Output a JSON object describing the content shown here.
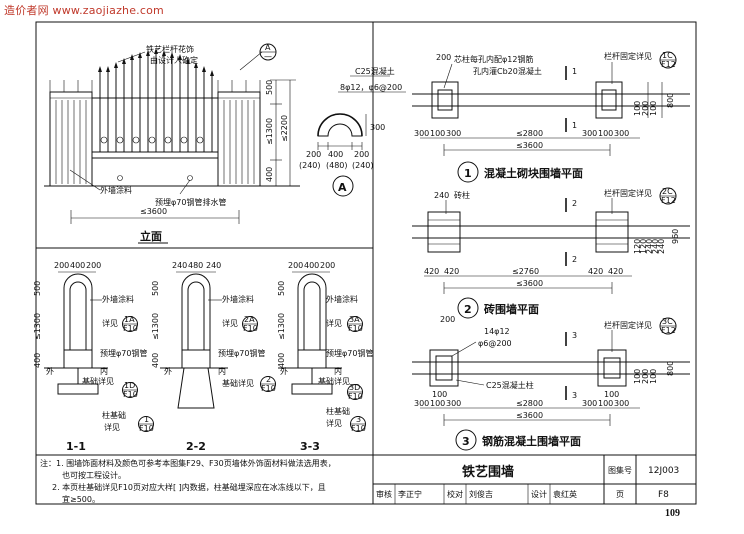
{
  "watermark": "造价者网 www.zaojiazhe.com",
  "page_number": "109",
  "elevation": {
    "title": "立面",
    "label_rail": "铁艺栏杆花饰",
    "label_rail2": "由设计人确定",
    "label_paint": "外墙涂料",
    "label_pipe": "预埋φ70钢管排水管",
    "span": "≤3600",
    "dims": [
      "500",
      "≤1300",
      "≤2200",
      "400"
    ],
    "callout_top": "A",
    "callout_bottom": "—"
  },
  "detail_a": {
    "concrete": "C25混凝土",
    "rebar": "8φ12，φ6@200",
    "dim_side": "300",
    "dims_row1": [
      "200",
      "400",
      "200"
    ],
    "dims_row2": [
      "(240)",
      "(480)",
      "(240)"
    ],
    "label": "A"
  },
  "plan1": {
    "title": "混凝土砌块围墙平面",
    "num": "1",
    "note1": "芯柱每孔内配φ12钢筋",
    "note2": "孔内灌Cb20混凝土",
    "note_dim": "200",
    "detail_ref": "栏杆固定详见",
    "ref_num": "1C",
    "ref_page": "F12",
    "dims_bottom": [
      "300",
      "100",
      "300",
      "≤2800",
      "300",
      "100",
      "300"
    ],
    "span": "≤3600",
    "dims_right": [
      "100",
      "200",
      "100",
      "800"
    ],
    "cut": "1"
  },
  "plan2": {
    "title": "砖围墙平面",
    "num": "2",
    "note_col": "砖柱",
    "note_dim": "240",
    "detail_ref": "栏杆固定详见",
    "ref_num": "2C",
    "ref_page": "F12",
    "dims_bottom": [
      "420",
      "420",
      "≤2760",
      "420",
      "420"
    ],
    "span": "≤3600",
    "dims_right": [
      "120",
      "120",
      "240",
      "240",
      "240",
      "960"
    ],
    "cut": "2"
  },
  "plan3": {
    "title": "钢筋混凝土围墙平面",
    "num": "3",
    "note_rebar": "14φ12",
    "note_stirrup": "φ6@200",
    "note_dim": "200",
    "note_col": "C25混凝土柱",
    "detail_ref": "栏杆固定详见",
    "ref_num": "3C",
    "ref_page": "F12",
    "dims_bottom": [
      "300",
      "100",
      "300",
      "≤2800",
      "300",
      "100",
      "300"
    ],
    "span": "≤3600",
    "dims_right": [
      "100",
      "200",
      "100",
      "800"
    ],
    "dims_top": [
      "100",
      "100"
    ],
    "cut": "3"
  },
  "sections": [
    {
      "name": "1-1",
      "dims_top": [
        "200",
        "400",
        "200"
      ],
      "paint": "外墙涂料",
      "detail1": "详见",
      "ref1": "1A",
      "ref1p": "F10",
      "pipe": "预埋φ70钢管",
      "foundation": "基础详见",
      "ref2": "1D",
      "ref2p": "F10",
      "col_found": "柱基础",
      "col_found2": "详见",
      "ref3": "1",
      "ref3p": "F10",
      "out": "外",
      "in": "内",
      "dims_left": [
        "500",
        "≤1300",
        "400"
      ]
    },
    {
      "name": "2-2",
      "dims_top": [
        "240",
        "480",
        "240"
      ],
      "paint": "外墙涂料",
      "detail1": "详见",
      "ref1": "2A",
      "ref1p": "F10",
      "pipe": "预埋φ70钢管",
      "foundation": "基础详见",
      "ref2": "2",
      "ref2p": "F10",
      "out": "外",
      "in": "内",
      "dims_left": [
        "500",
        "≤1300",
        "400"
      ]
    },
    {
      "name": "3-3",
      "dims_top": [
        "200",
        "400",
        "200"
      ],
      "paint": "外墙涂料",
      "detail1": "详见",
      "ref1": "3A",
      "ref1p": "F10",
      "pipe": "预埋φ70钢管",
      "foundation": "基础详见",
      "ref2": "3D",
      "ref2p": "F10",
      "col_found": "柱基础",
      "col_found2": "详见",
      "ref3": "3",
      "ref3p": "F10",
      "out": "外",
      "in": "内",
      "dims_left": [
        "500",
        "≤1300",
        "400"
      ]
    }
  ],
  "notes": {
    "label": "注：",
    "line1": "1. 围墙饰面材料及颜色可参考本图集F29、F30页墙体外饰面材料做法选用表，",
    "line2": "也可按工程设计。",
    "line3": "2. 本页柱基础详见F10页对应大样[ ]内数据，柱基础埋深应在冰冻线以下，且",
    "line4": "宜≥500。"
  },
  "title_block": {
    "title": "铁艺围墙",
    "atlas_label": "图集号",
    "atlas_no": "12J003",
    "review_label": "审核",
    "reviewer": "李正宁",
    "check_label": "校对",
    "checker": "刘俊吉",
    "design_label": "设计",
    "designer": "袁红英",
    "page_label": "页",
    "page_no": "F8"
  }
}
